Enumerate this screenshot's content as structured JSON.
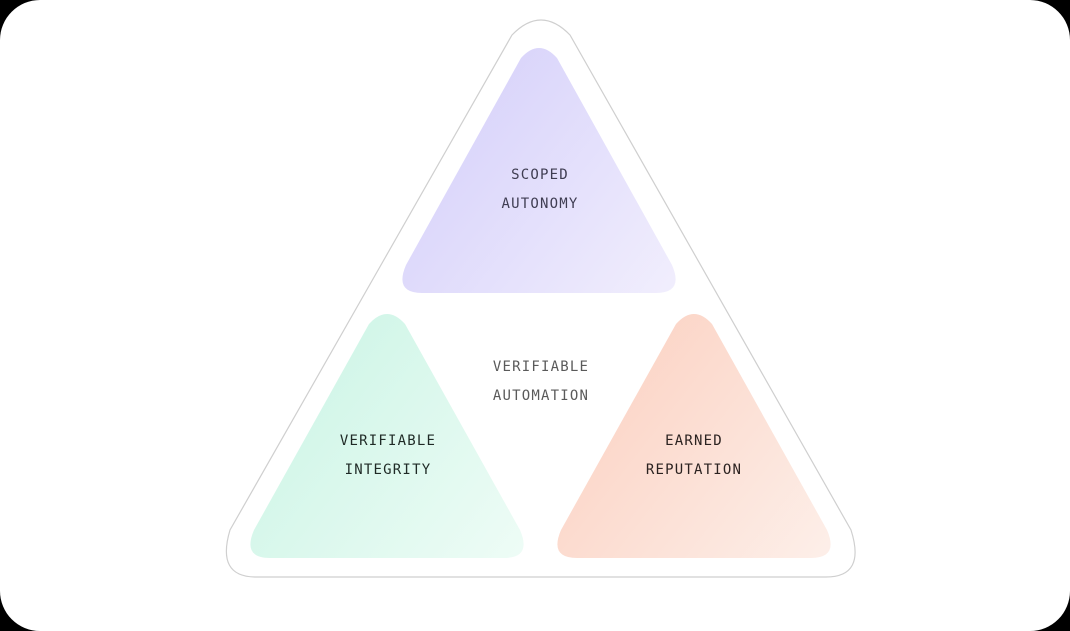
{
  "diagram": {
    "top": {
      "line1": "SCOPED",
      "line2": "AUTONOMY",
      "color": "#ddd8fb"
    },
    "center": {
      "line1": "VERIFIABLE",
      "line2": "AUTOMATION"
    },
    "left": {
      "line1": "VERIFIABLE",
      "line2": "INTEGRITY",
      "color": "#d3f6ea"
    },
    "right": {
      "line1": "EARNED",
      "line2": "REPUTATION",
      "color": "#fbd9cd"
    }
  }
}
